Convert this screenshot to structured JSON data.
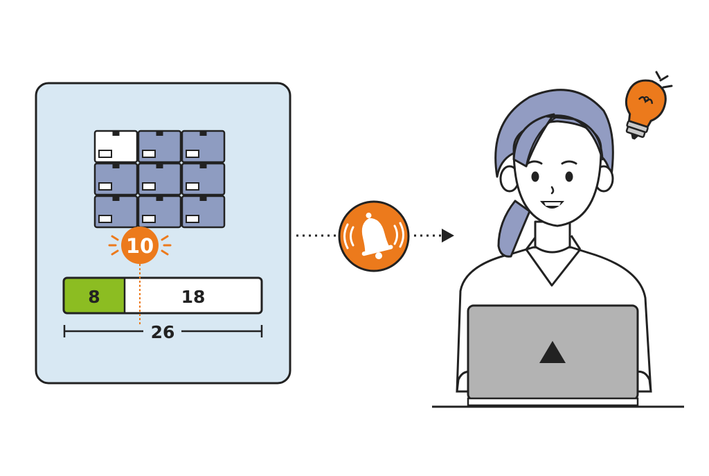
{
  "colors": {
    "panel": "#d8e8f3",
    "box": "#8e9cc1",
    "box_empty": "#ffffff",
    "accent": "#ec7a1c",
    "green": "#8cbd22",
    "outline": "#222222",
    "hair": "#929cc2",
    "laptop": "#b3b3b3"
  },
  "inventory": {
    "threshold": "10",
    "in_stock": "8",
    "remaining": "18",
    "capacity": "26",
    "fill_fraction": 0.3077,
    "grid_rows": 3,
    "grid_cols": 3,
    "empty_slots": 1
  },
  "icons": {
    "notification": "bell-icon",
    "idea": "lightbulb-icon",
    "screen": "triangle-logo-icon"
  }
}
